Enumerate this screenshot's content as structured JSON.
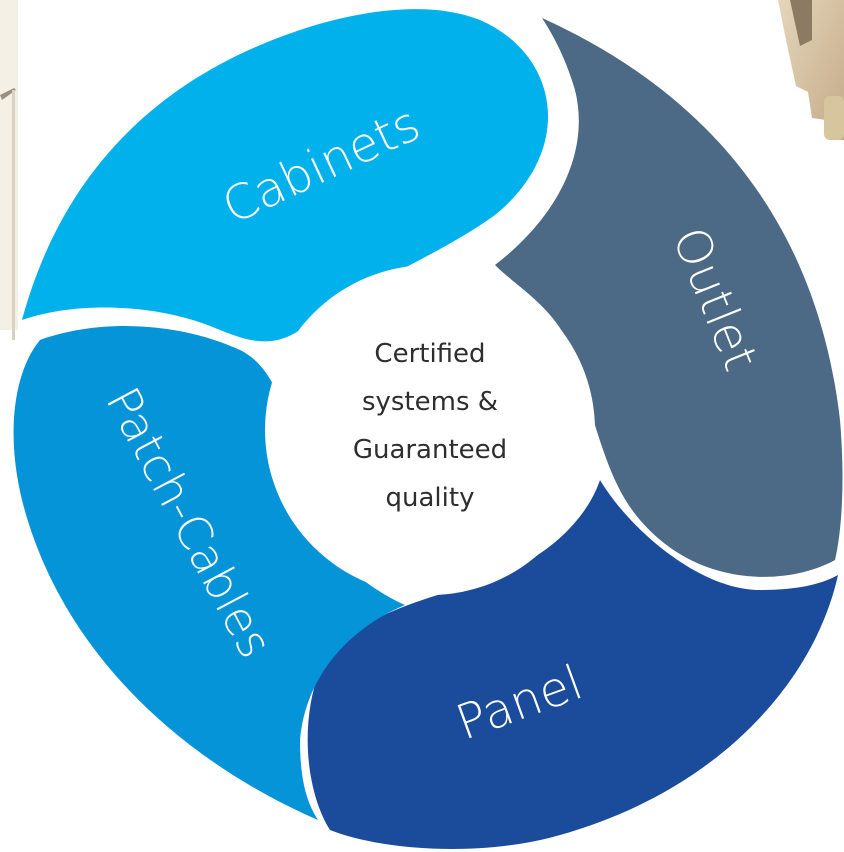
{
  "diagram": {
    "center_lines": [
      "Certified",
      "systems &",
      "Guaranteed",
      "quality"
    ],
    "segments": [
      {
        "id": "cabinets",
        "label": "Cabinets",
        "color": "#00b1eb"
      },
      {
        "id": "outlet",
        "label": "Outlet",
        "color": "#4c6a86"
      },
      {
        "id": "panel",
        "label": "Panel",
        "color": "#1b4c9b"
      },
      {
        "id": "patch-cables",
        "label": "Patch-Cables",
        "color": "#0594d8"
      }
    ],
    "center_color": "#ffffff"
  },
  "photos": {
    "left_edge": "photo-fragment",
    "top_right": "photo-fragment"
  }
}
